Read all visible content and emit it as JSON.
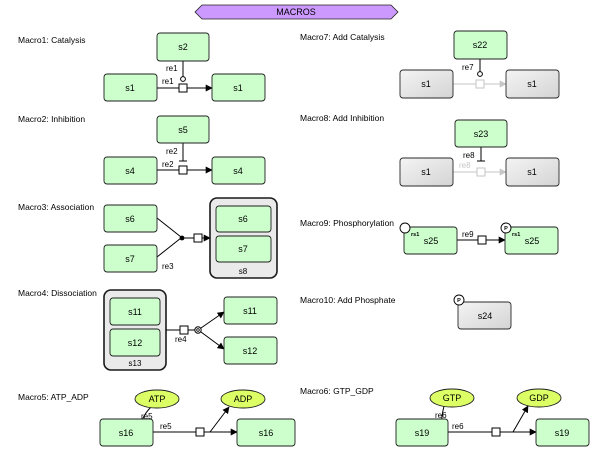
{
  "banner": {
    "title": "MACROS",
    "fill": "#cc99ff"
  },
  "colors": {
    "species": "#ccffcc",
    "small_molecule": "#ddff66",
    "gray": "#e6e6e6",
    "banner": "#cc99ff"
  },
  "sections": {
    "macro1": {
      "title": "Macro1: Catalysis",
      "modifier": "s2",
      "reaction": "re1",
      "reaction_mod": "re1",
      "left": "s1",
      "right": "s1"
    },
    "macro2": {
      "title": "Macro2: Inhibition",
      "modifier": "s5",
      "reaction": "re2",
      "reaction_mod": "re2",
      "left": "s4",
      "right": "s4"
    },
    "macro3": {
      "title": "Macro3: Association",
      "in1": "s6",
      "in2": "s7",
      "reaction": "re3",
      "complex": "s8",
      "complex_a": "s6",
      "complex_b": "s7"
    },
    "macro4": {
      "title": "Macro4: Dissociation",
      "complex": "s13",
      "complex_a": "s11",
      "complex_b": "s12",
      "reaction": "re4",
      "out1": "s11",
      "out2": "s12"
    },
    "macro5": {
      "title": "Macro5: ATP_ADP",
      "left": "s16",
      "right": "s16",
      "molecule_in": "ATP",
      "molecule_out": "ADP",
      "reaction": "re5",
      "reaction_mod": "re5"
    },
    "macro6": {
      "title": "Macro6: GTP_GDP",
      "left": "s19",
      "right": "s19",
      "molecule_in": "GTP",
      "molecule_out": "GDP",
      "reaction": "re6",
      "reaction_mod": "re6"
    },
    "macro7": {
      "title": "Macro7: Add Catalysis",
      "modifier": "s22",
      "reaction": "re7",
      "left": "s1",
      "right": "s1"
    },
    "macro8": {
      "title": "Macro8: Add Inhibition",
      "modifier": "s23",
      "reaction": "re8",
      "reaction_faded": "re8",
      "left": "s1",
      "right": "s1"
    },
    "macro9": {
      "title": "Macro9: Phosphorylation",
      "left": "s25",
      "left_site": "rs1",
      "reaction": "re9",
      "right": "s25",
      "right_site": "rs1",
      "right_phospho": "P"
    },
    "macro10": {
      "title": "Macro10: Add Phosphate",
      "node": "s24",
      "phospho": "P"
    }
  }
}
